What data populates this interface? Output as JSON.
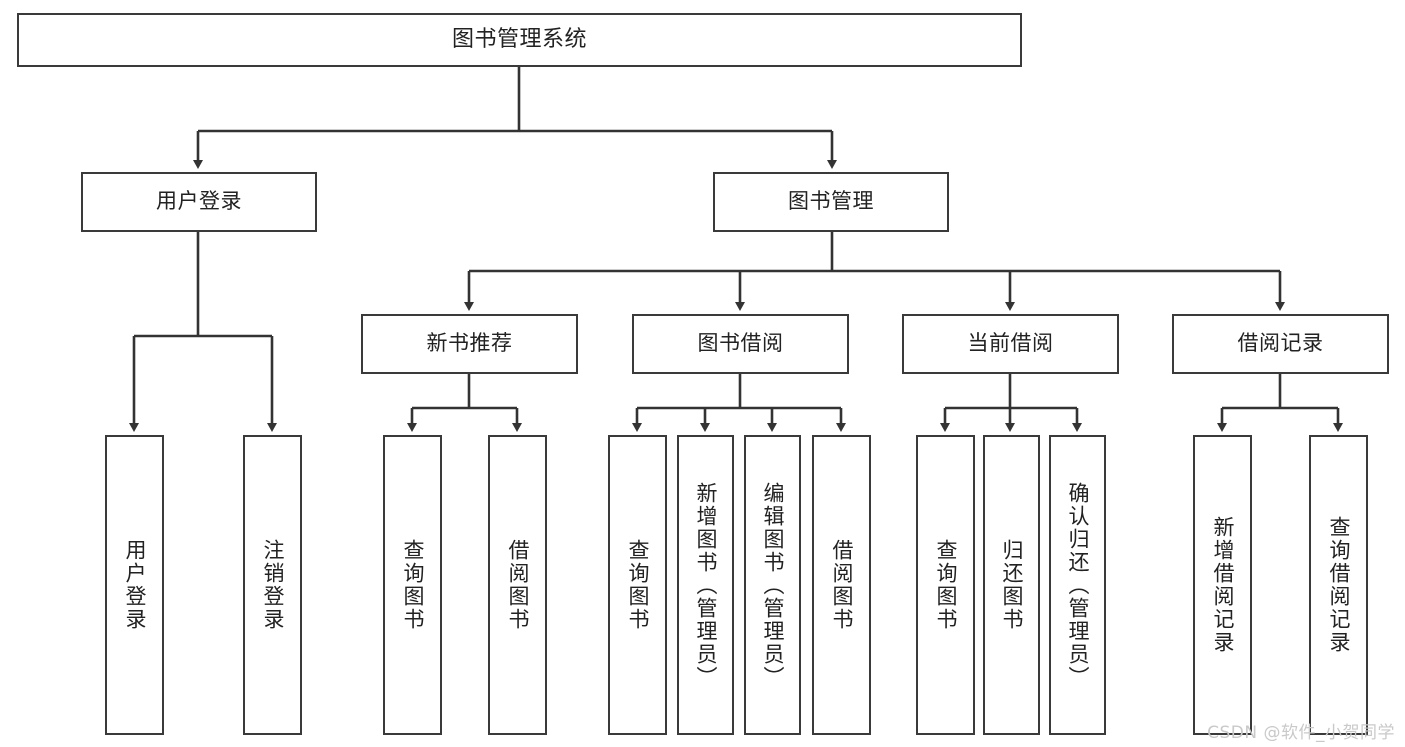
{
  "diagram": {
    "title": "图书管理系统",
    "type": "tree-hierarchy-diagram",
    "watermark": "CSDN @软件_小贺同学",
    "colors": {
      "box_border": "#3a3a3a",
      "box_fill": "#ffffff",
      "edge": "#333333",
      "text": "#222222",
      "watermark": "#c9c9c9",
      "background": "#ffffff"
    },
    "root": {
      "label": "图书管理系统"
    },
    "level2": [
      {
        "label": "用户登录"
      },
      {
        "label": "图书管理"
      }
    ],
    "level3": [
      {
        "label": "新书推荐"
      },
      {
        "label": "图书借阅"
      },
      {
        "label": "当前借阅"
      },
      {
        "label": "借阅记录"
      }
    ],
    "leaves": {
      "user_login": [
        {
          "label": "用户登录"
        },
        {
          "label": "注销登录"
        }
      ],
      "new_book_recommend": [
        {
          "label": "查询图书"
        },
        {
          "label": "借阅图书"
        }
      ],
      "book_borrow": [
        {
          "label": "查询图书"
        },
        {
          "label": "新增图书（管理员）"
        },
        {
          "label": "编辑图书（管理员）"
        },
        {
          "label": "借阅图书"
        }
      ],
      "current_borrow": [
        {
          "label": "查询图书"
        },
        {
          "label": "归还图书"
        },
        {
          "label": "确认归还（管理员）"
        }
      ],
      "borrow_record": [
        {
          "label": "新增借阅记录"
        },
        {
          "label": "查询借阅记录"
        }
      ]
    }
  }
}
